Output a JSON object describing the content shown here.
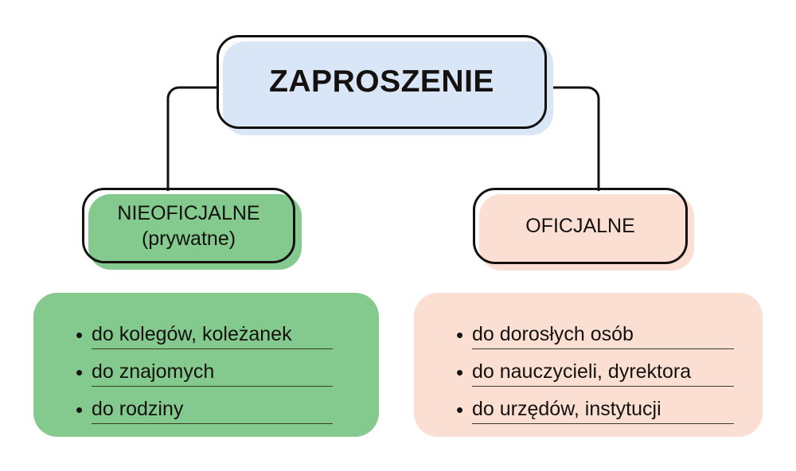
{
  "diagram": {
    "title_node": {
      "label": "ZAPROSZENIE",
      "fill_color": "#d9e6f8",
      "stroke_color": "#14110f"
    },
    "branches": [
      {
        "id": "informal",
        "line1": "NIEOFICJALNE",
        "line2": "(prywatne)",
        "fill_color": "#84c98e",
        "items": [
          "do kolegów, koleżanek",
          "do znajomych",
          "do rodziny"
        ]
      },
      {
        "id": "formal",
        "line1": "OFICJALNE",
        "line2": "",
        "fill_color": "#fbdfd2",
        "items": [
          "do dorosłych osób",
          "do nauczycieli, dyrektora",
          "do urzędów, instytucji"
        ]
      }
    ],
    "bullet_glyph": "•",
    "background_color": "#ffffff"
  }
}
